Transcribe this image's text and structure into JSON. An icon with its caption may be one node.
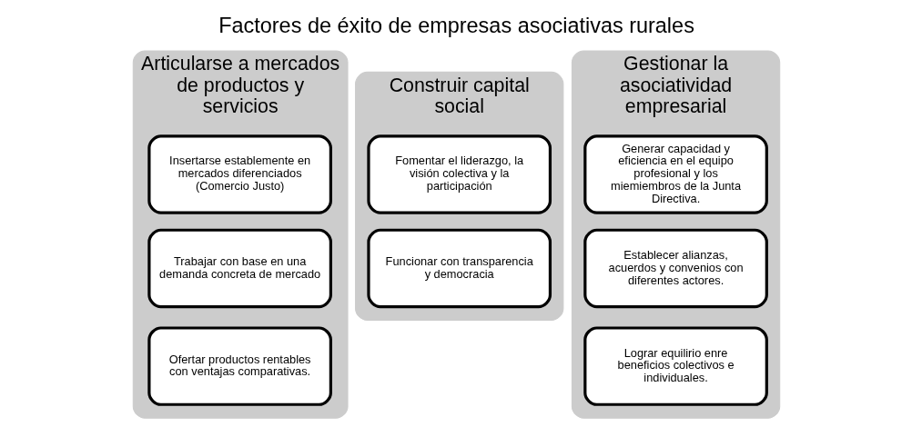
{
  "diagram": {
    "title": "Factores de éxito de empresas asociativas rurales",
    "nodes": [
      {
        "text": [
          "Articularse a mercados de productos y servicios"
        ]
      },
      {
        "text": [
          "Insertarse establemente en mercados diferenciados (Comercio Justo)"
        ],
        "in": 0
      },
      {
        "text": [
          "Trabajar con base en una demanda concreta de mercado"
        ],
        "in": 0
      },
      {
        "text": [
          "Ofertar productos rentables con ventajas comparativas."
        ],
        "in": 0
      },
      {
        "text": [
          "Construir capital social"
        ]
      },
      {
        "text": [
          "Fomentar el liderazgo, la visión colectiva y la participación"
        ],
        "in": 4
      },
      {
        "text": [
          "Funcionar con transparencia y democracia"
        ],
        "in": 4
      },
      {
        "text": [
          "Gestionar la asociatividad empresarial"
        ]
      },
      {
        "text": [
          "Generar capacidad y eficiencia en el equipo profesional y los miemiembros de la Junta Directiva."
        ],
        "in": 7
      },
      {
        "text": [
          "Establecer alianzas, acuerdos y convenios con diferentes actores."
        ],
        "in": 7
      },
      {
        "text": [
          "Lograr equilirio enre beneficios colectivos e individuales."
        ],
        "in": 7
      }
    ]
  }
}
